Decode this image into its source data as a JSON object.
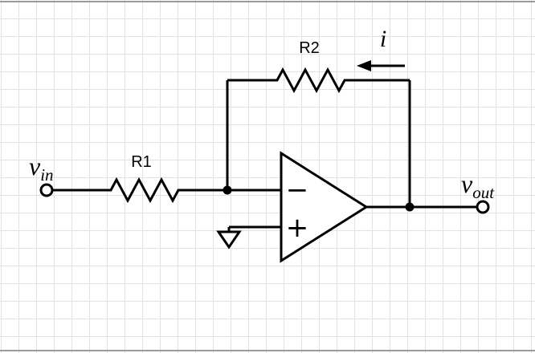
{
  "diagram": {
    "labels": {
      "input_voltage": {
        "base": "v",
        "sub": "in"
      },
      "output_voltage": {
        "base": "v",
        "sub": "out"
      },
      "resistor_r1": "R1",
      "resistor_r2": "R2",
      "feedback_current": "i",
      "opamp_inverting_sign": "−",
      "opamp_noninverting_sign": "+"
    },
    "colors": {
      "line": "#000000",
      "grid": "#e2e2e2",
      "paper": "#ffffff",
      "edge": "#9a9a9a"
    }
  }
}
